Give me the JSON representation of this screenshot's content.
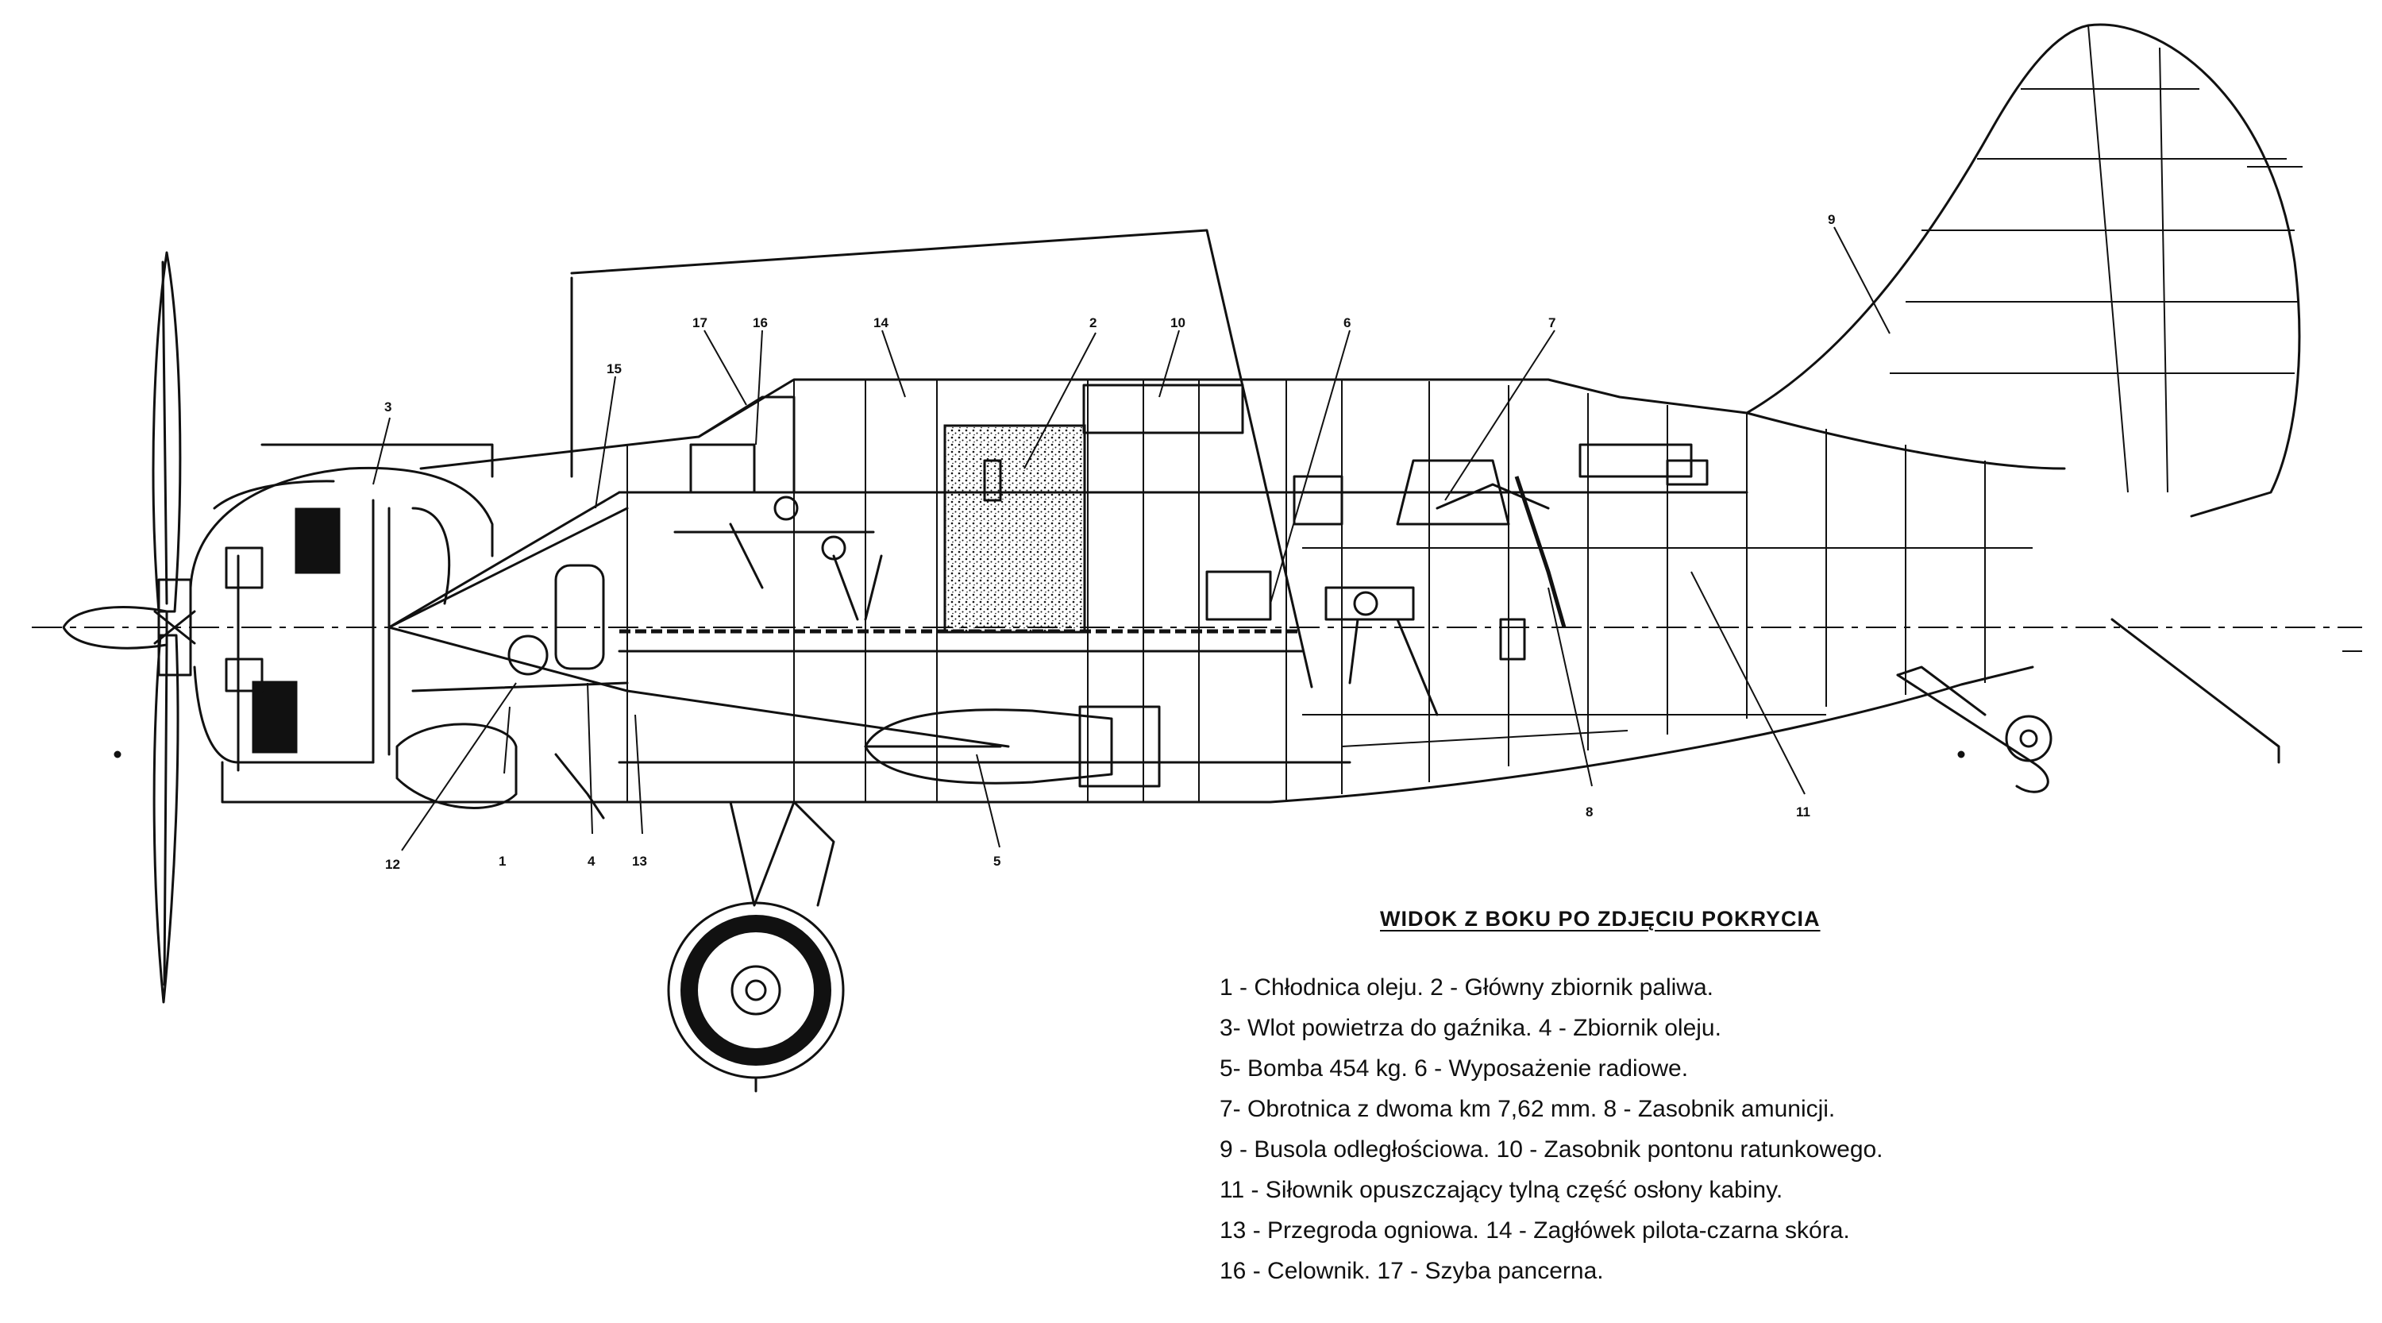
{
  "caption": "WIDOK Z BOKU PO ZDJĘCIU POKRYCIA",
  "legend": [
    "1 - Chłodnica oleju. 2 - Główny zbiornik paliwa.",
    "3- Wlot powietrza do gaźnika. 4 - Zbiornik oleju.",
    "5- Bomba 454 kg. 6 - Wyposażenie radiowe.",
    "7- Obrotnica z dwoma km 7,62 mm.  8 - Zasobnik amunicji.",
    "9 - Busola odległościowa. 10 - Zasobnik pontonu ratunkowego.",
    "11 - Siłownik  opuszczający tylną część osłony kabiny.",
    "13 - Przegroda ogniowa.    14 - Zagłówek pilota-czarna skóra.",
    "16 - Celownik.    17 - Szyba pancerna."
  ],
  "callouts": [
    "1",
    "2",
    "3",
    "4",
    "5",
    "6",
    "7",
    "8",
    "9",
    "10",
    "11",
    "12",
    "13",
    "14",
    "15",
    "16",
    "17"
  ],
  "colors": {
    "ink": "#111111",
    "paper": "#ffffff"
  }
}
